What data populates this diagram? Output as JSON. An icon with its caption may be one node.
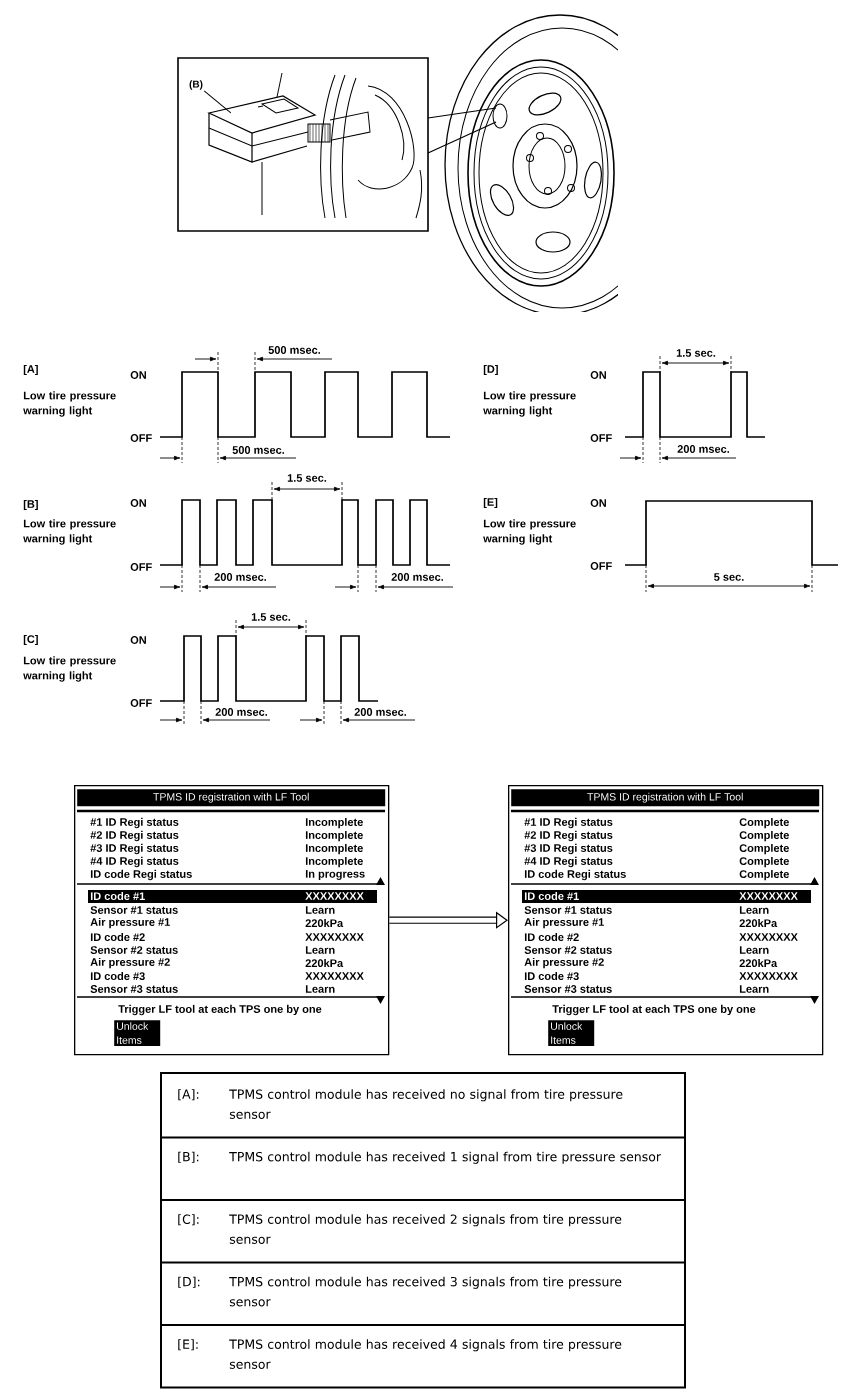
{
  "diagram": {
    "nodes": [
      {
        "text": [
          "(B)"
        ]
      },
      {
        "text": [],
        "shape": "picture"
      },
      {
        "text": [
          "TPMS ID registration with LF Tool",
          "#1 ID Regi status",
          "Incomplete",
          "#2 ID Regi status",
          "Incomplete",
          "#3 ID Regi status",
          "Incomplete",
          "#4 ID Regi status",
          "Incomplete",
          "ID code Regi status",
          "In progress",
          "ID code #1",
          "XXXXXXXX",
          "Sensor #1 status",
          "Learn",
          "Air pressure #1",
          "220kPa",
          "ID code #2",
          "XXXXXXXX",
          "Sensor #2 status",
          "Learn",
          "Air pressure #2",
          "220kPa",
          "ID code #3",
          "XXXXXXXX",
          "Sensor #3 status",
          "Learn",
          "Trigger LF tool at each TPS one by one",
          "Unlock Items"
        ]
      },
      {
        "text": [
          "TPMS ID registration with LF Tool",
          "#1 ID Regi status",
          "Complete",
          "#2 ID Regi status",
          "Complete",
          "#3 ID Regi status",
          "Complete",
          "#4 ID Regi status",
          "Complete",
          "ID code Regi status",
          "Complete",
          "ID code #1",
          "XXXXXXXX",
          "Sensor #1 status",
          "Learn",
          "Air pressure #1",
          "220kPa",
          "ID code #2",
          "XXXXXXXX",
          "Sensor #2 status",
          "Learn",
          "Air pressure #2",
          "220kPa",
          "ID code #3",
          "XXXXXXXX",
          "Sensor #3 status",
          "Learn",
          "Trigger LF tool at each TPS one by one",
          "Unlock Items"
        ]
      }
    ],
    "edges": [
      {
        "from": 0,
        "to": 1,
        "arrow": "none"
      },
      {
        "from": 2,
        "to": 3,
        "arrow": "to",
        "style": "thick"
      }
    ],
    "labels": [
      "[A]",
      "Low tire pressure warning light",
      "ON",
      "OFF",
      "500 msec.",
      "500 msec.",
      "[D]",
      "Low tire pressure warning light",
      "ON",
      "OFF",
      "1.5 sec.",
      "200 msec.",
      "[B]",
      "Low tire pressure warning light",
      "ON",
      "OFF",
      "1.5 sec.",
      "200 msec.",
      "200 msec.",
      "[E]",
      "Low tire pressure warning light",
      "ON",
      "OFF",
      "5 sec.",
      "[C]",
      "Low tire pressure warning light",
      "ON",
      "OFF",
      "1.5 sec.",
      "200 msec.",
      "200 msec.",
      "[A]:",
      "TPMS control module has received no signal from tire pressure sensor",
      "[B]:",
      "TPMS control module has received 1 signal from tire pressure sensor",
      "[C]:",
      "TPMS control module has received 2 signals from tire pressure sensor",
      "[D]:",
      "TPMS control module has received 3 signals from tire pressure sensor",
      "[E]:",
      "TPMS control module has received 4 signals from tire pressure sensor"
    ]
  }
}
